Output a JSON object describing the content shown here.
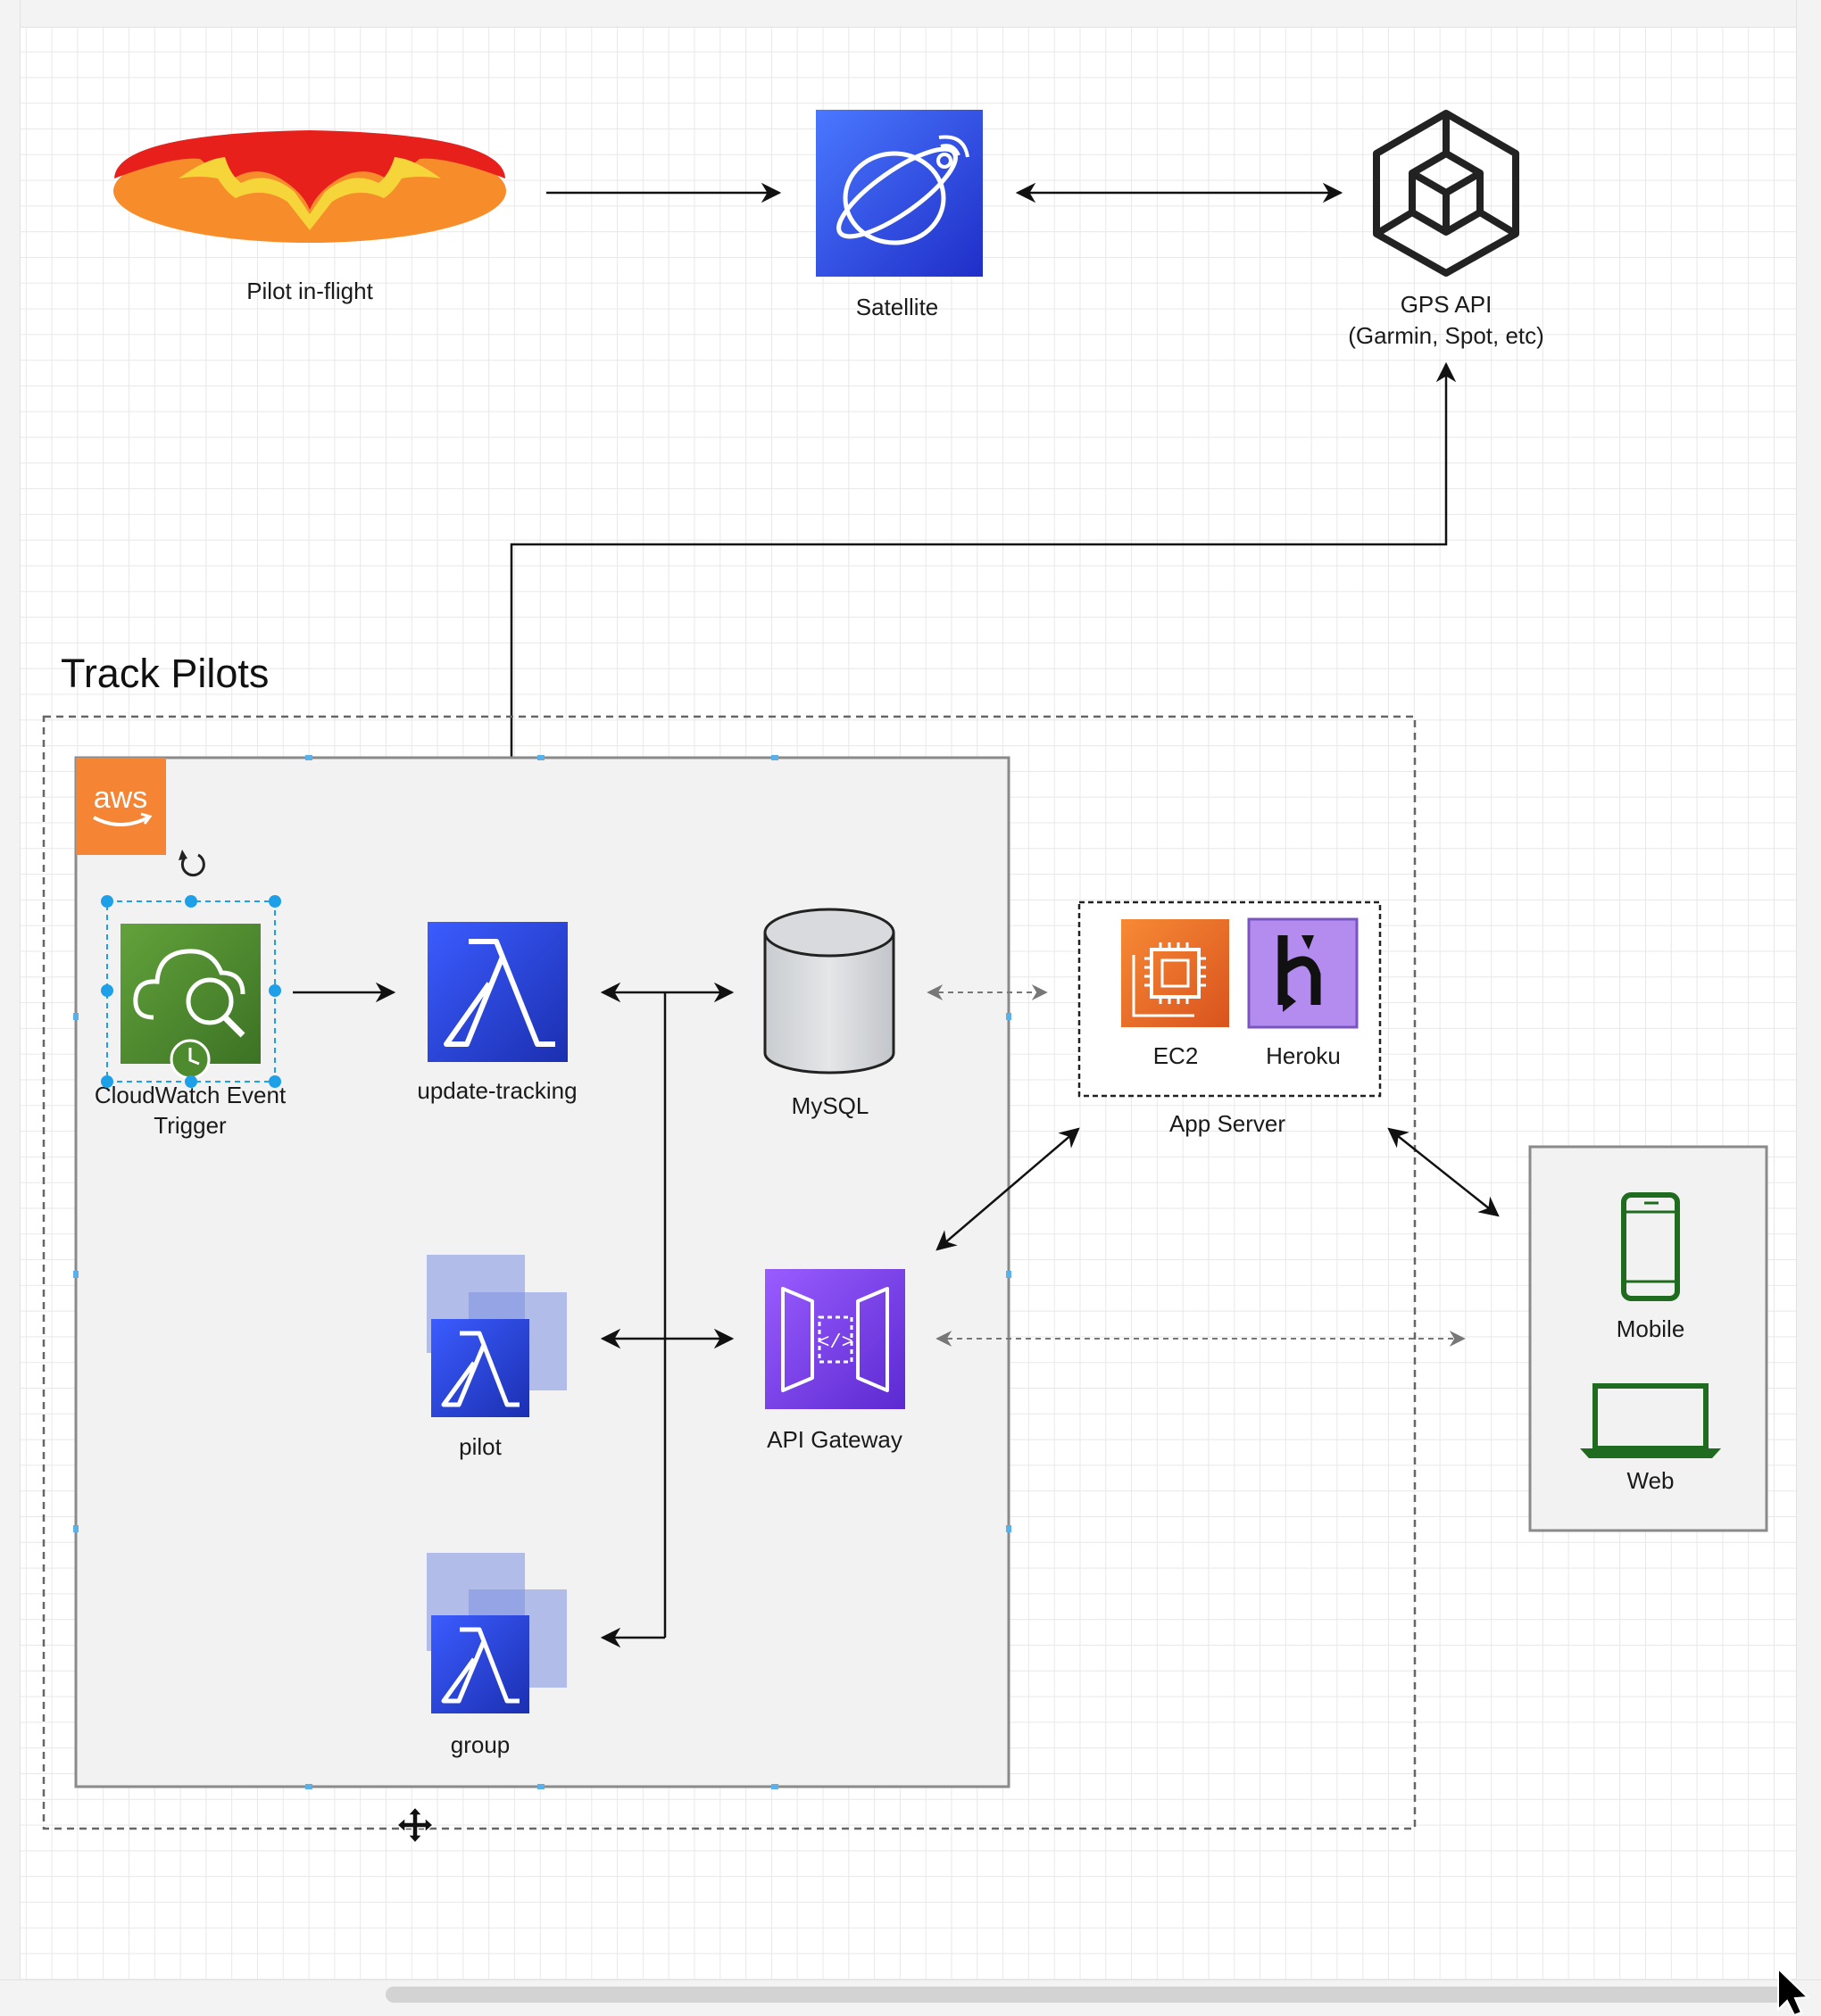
{
  "diagram": {
    "title": "Track Pilots",
    "nodes": {
      "pilot_inflight": "Pilot in-flight",
      "satellite": "Satellite",
      "gps_api_line1": "GPS API",
      "gps_api_line2": "(Garmin, Spot, etc)",
      "cloudwatch_line1": "CloudWatch Event",
      "cloudwatch_line2": "Trigger",
      "update_tracking": "update-tracking",
      "mysql": "MySQL",
      "ec2": "EC2",
      "heroku": "Heroku",
      "app_server": "App Server",
      "pilot": "pilot",
      "api_gateway": "API Gateway",
      "group": "group",
      "mobile": "Mobile",
      "web": "Web"
    },
    "aws_logo": "aws"
  },
  "colors": {
    "aws_orange": "#f58534",
    "lambda_blue": "#1d3fcf",
    "cloudwatch_green": "#4e8a2e",
    "api_gateway_purple": "#7b3fe4",
    "ec2_orange": "#e9722b",
    "heroku_purple": "#b48cf0",
    "device_green": "#1f6b1f",
    "selection_blue": "#1ea0e8"
  },
  "icons": [
    "paraglider-icon",
    "satellite-icon",
    "gps-cube-icon",
    "aws-logo-icon",
    "cloudwatch-icon",
    "lambda-icon",
    "database-icon",
    "ec2-icon",
    "heroku-icon",
    "api-gateway-icon",
    "mobile-icon",
    "laptop-icon",
    "rotate-handle-icon",
    "move-cursor-icon",
    "pointer-cursor-icon"
  ]
}
